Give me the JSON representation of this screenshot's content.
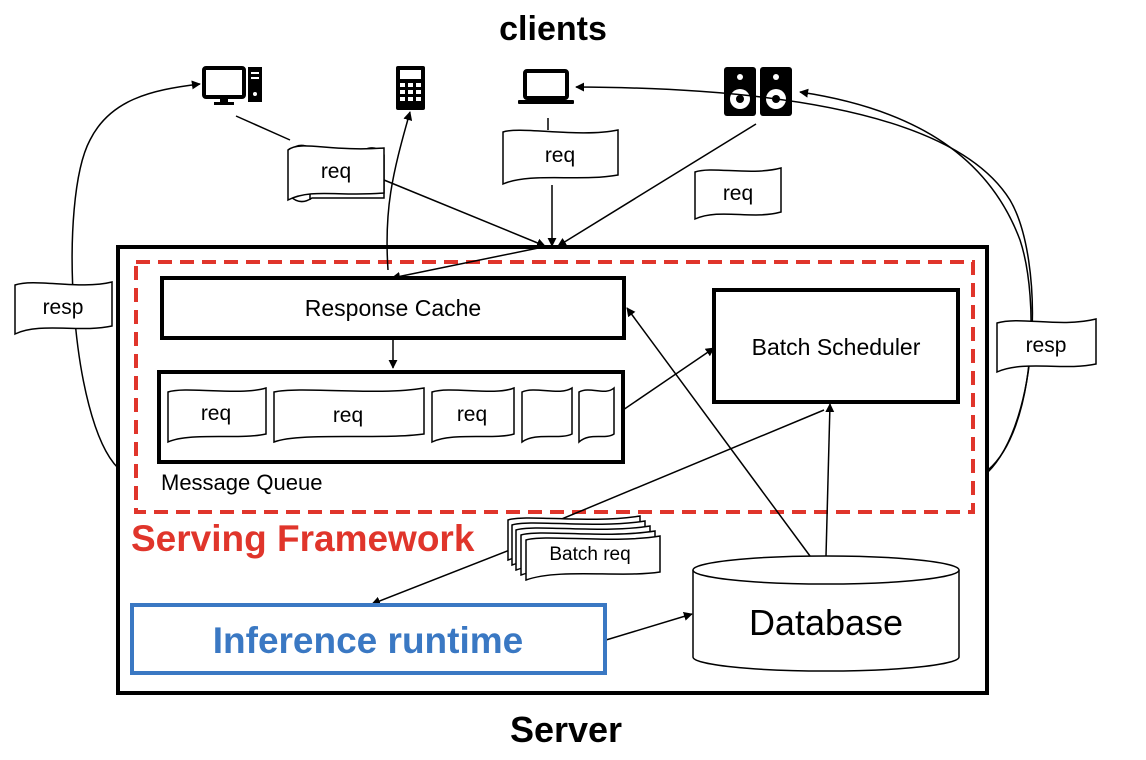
{
  "header": {
    "clients_label": "clients"
  },
  "footer": {
    "server_label": "Server"
  },
  "colors": {
    "framework_red": "#e0352b",
    "runtime_blue": "#3a78c3",
    "line": "#000000"
  },
  "clients": [
    {
      "icon": "desktop-computer-icon"
    },
    {
      "icon": "calculator-phone-icon"
    },
    {
      "icon": "laptop-icon"
    },
    {
      "icon": "speaker-icon"
    }
  ],
  "scrolls": {
    "req_left": "req",
    "req_middle": "req",
    "req_right": "req",
    "resp_left": "resp",
    "resp_right": "resp"
  },
  "framework": {
    "title": "Serving Framework",
    "response_cache": "Response Cache",
    "batch_scheduler": "Batch Scheduler",
    "message_queue_label": "Message Queue",
    "queue_items": [
      "req",
      "req",
      "req",
      "",
      ""
    ]
  },
  "batch": {
    "label": "Batch req"
  },
  "runtime": {
    "label": "Inference runtime"
  },
  "database": {
    "label": "Database"
  }
}
